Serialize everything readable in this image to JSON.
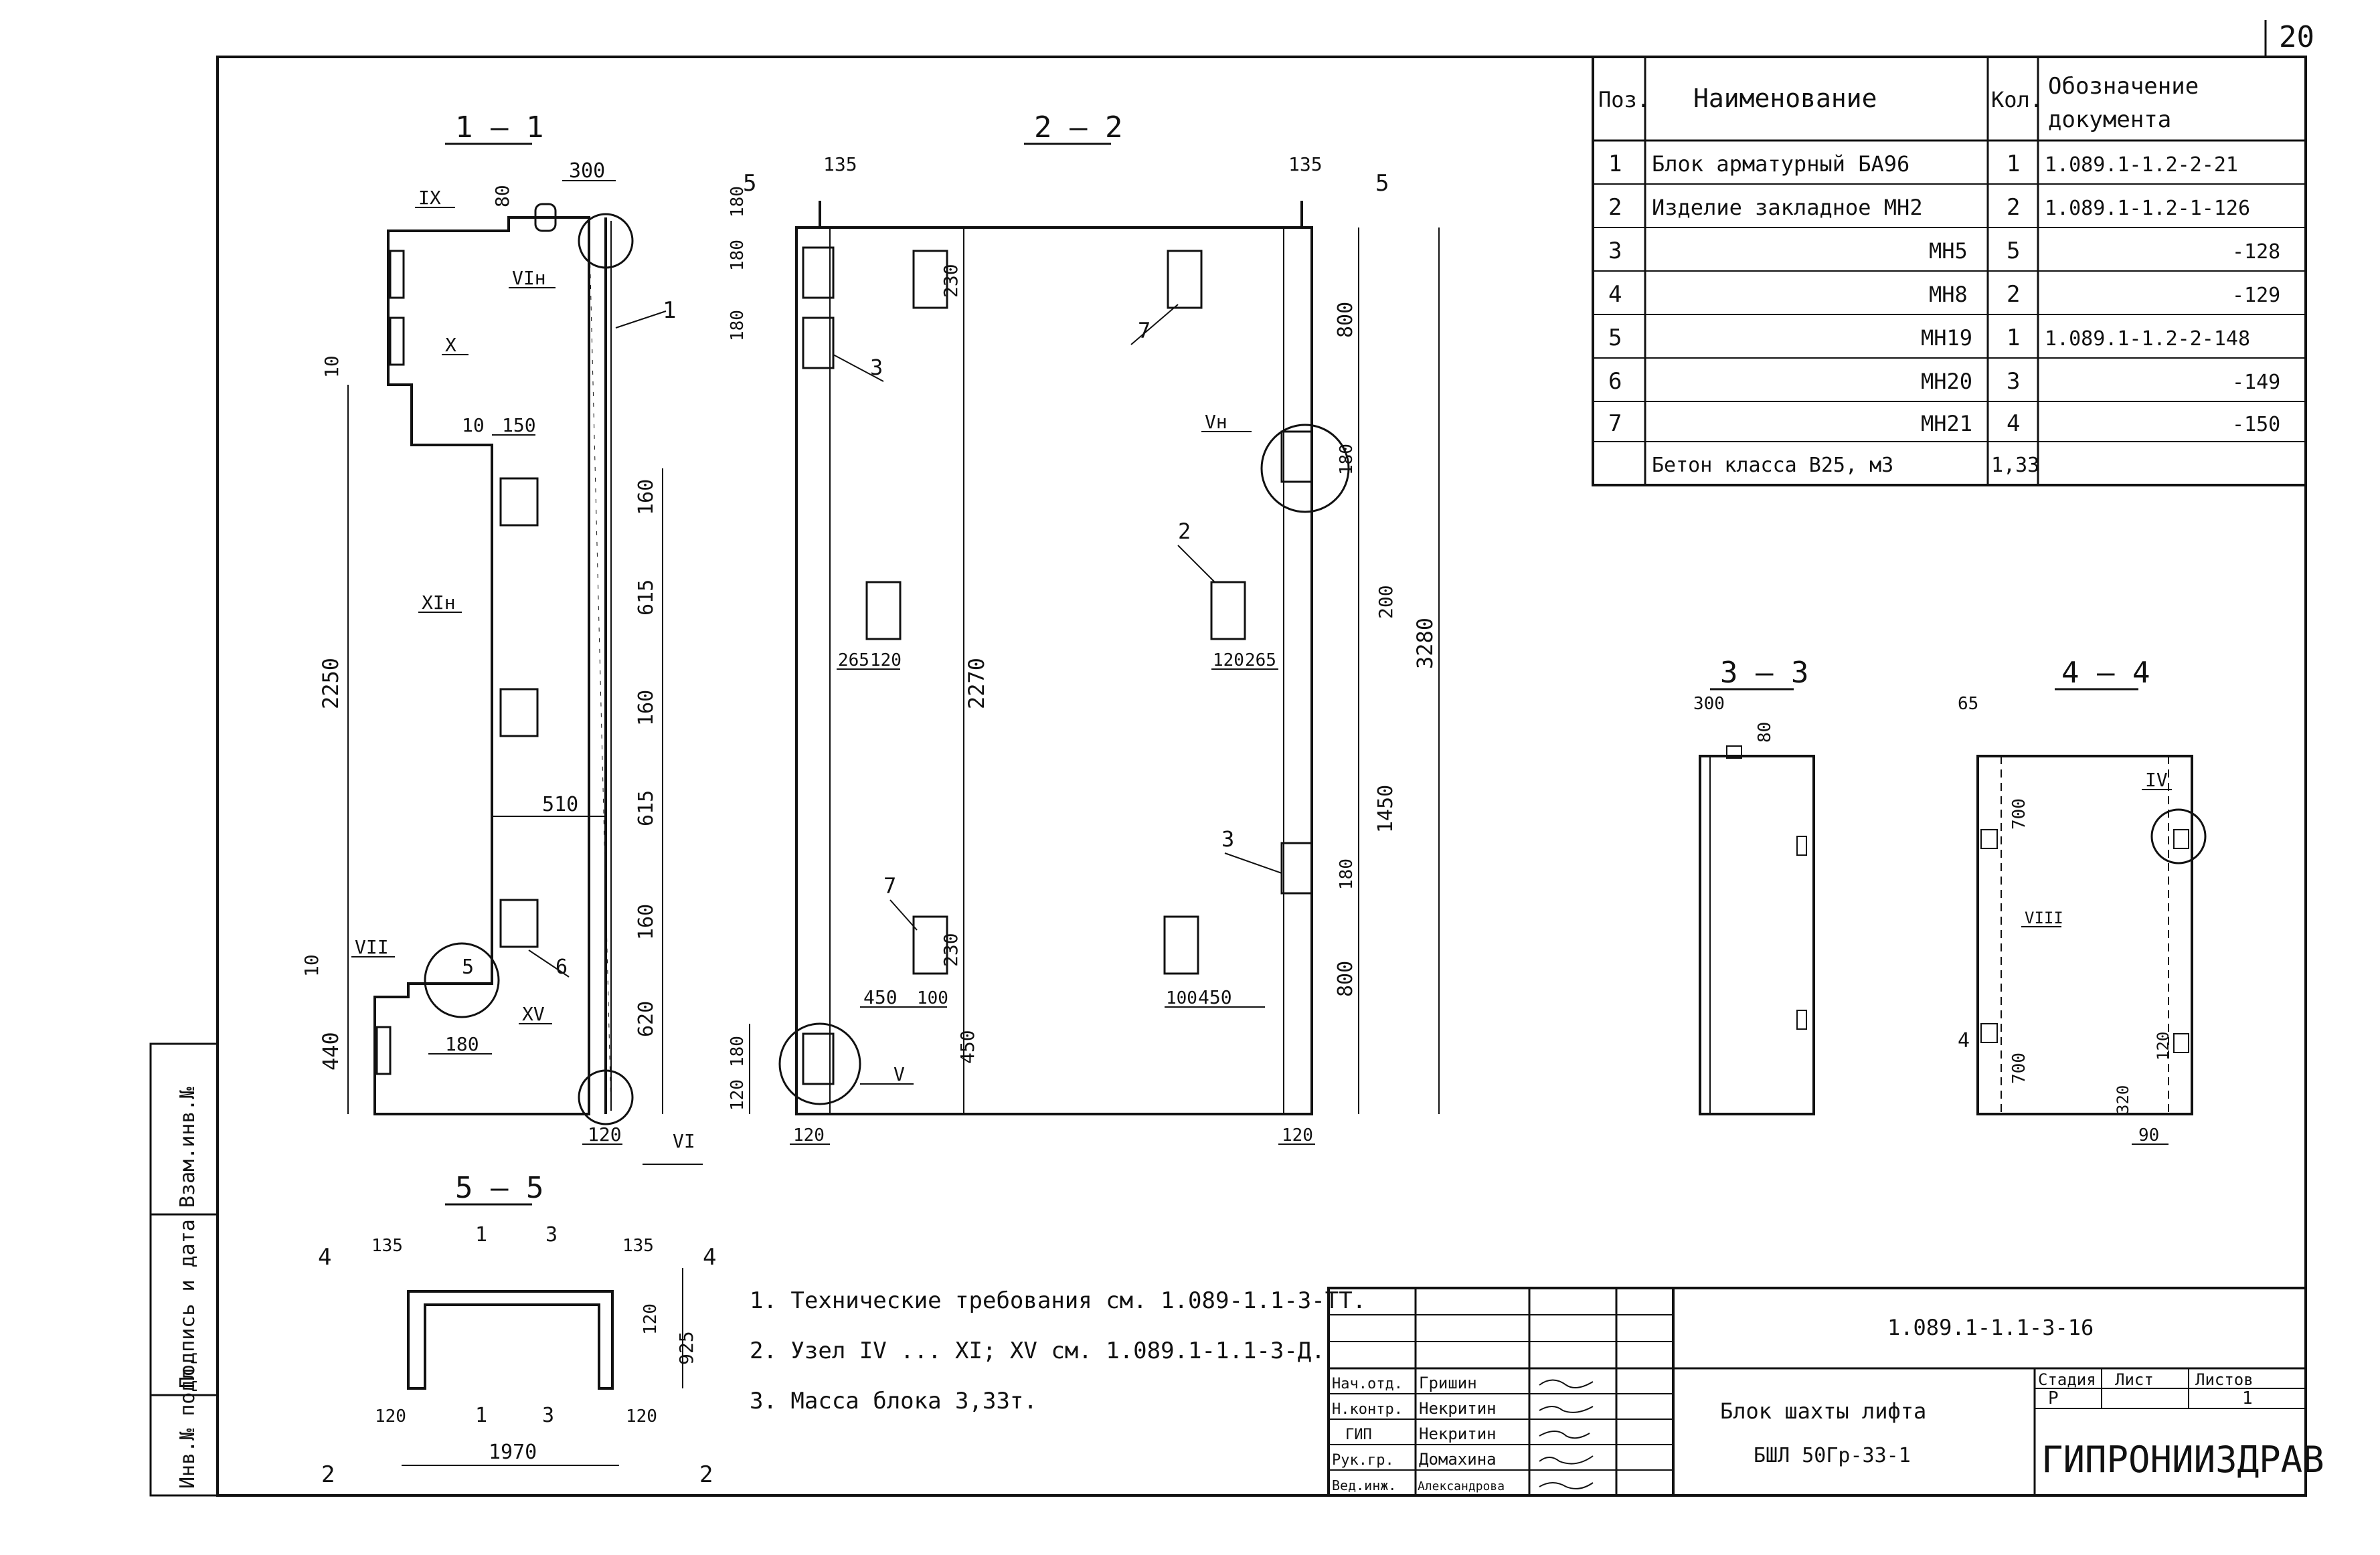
{
  "sheet_number": "20",
  "section_titles": {
    "s11": "1 – 1",
    "s22": "2 – 2",
    "s33": "3 – 3",
    "s44": "4 – 4",
    "s55": "5 – 5"
  },
  "spec_table": {
    "headers": {
      "pos": "Поз.",
      "name": "Наименование",
      "qty": "Кол.",
      "doc1": "Обозначение",
      "doc2": "документа"
    },
    "rows": [
      {
        "pos": "1",
        "name": "Блок арматурный  БА96",
        "qty": "1",
        "doc": "1.089.1-1.2-2-21"
      },
      {
        "pos": "2",
        "name": "Изделие закладное МН2",
        "qty": "2",
        "doc": "1.089.1-1.2-1-126"
      },
      {
        "pos": "3",
        "name": "МН5",
        "qty": "5",
        "doc": "-128"
      },
      {
        "pos": "4",
        "name": "МН8",
        "qty": "2",
        "doc": "-129"
      },
      {
        "pos": "5",
        "name": "МН19",
        "qty": "1",
        "doc": "1.089.1-1.2-2-148"
      },
      {
        "pos": "6",
        "name": "МН20",
        "qty": "3",
        "doc": "-149"
      },
      {
        "pos": "7",
        "name": "МН21",
        "qty": "4",
        "doc": "-150"
      },
      {
        "pos": "",
        "name": "Бетон класса В25, м3",
        "qty": "1,33",
        "doc": ""
      }
    ]
  },
  "notes": [
    "1. Технические требования см. 1.089-1.1-3-ТТ.",
    "2. Узел IV ... XI; XV см. 1.089.1-1.1-3-Д.",
    "3. Масса блока  3,33т."
  ],
  "side_stamp": [
    "Инв.№ подл.",
    "Подпись и дата",
    "Взам.инв.№"
  ],
  "title_block": {
    "code": "1.089.1-1.1-3-16",
    "title_line1": "Блок шахты лифта",
    "title_line2": "БШЛ 50Гр-33-1",
    "stage_label": "Стадия",
    "sheet_label": "Лист",
    "sheets_label": "Листов",
    "stage": "Р",
    "sheets": "1",
    "org": "ГИПРОНИИЗДРАВ",
    "roles": [
      {
        "role": "Нач.отд.",
        "name": "Гришин"
      },
      {
        "role": "Н.контр.",
        "name": "Некритин"
      },
      {
        "role": "ГИП",
        "name": "Некритин"
      },
      {
        "role": "Рук.гр.",
        "name": "Домахина"
      },
      {
        "role": "Вед.инж.",
        "name": "Александрова"
      }
    ]
  },
  "dims": {
    "d300": "300",
    "d80": "80",
    "d10": "10",
    "d150": "150",
    "d2250": "2250",
    "d510": "510",
    "d160": "160",
    "d615": "615",
    "d620": "620",
    "d440": "440",
    "d180": "180",
    "d120": "120",
    "d135": "135",
    "d230": "230",
    "d265": "265",
    "d2270": "2270",
    "d450": "450",
    "d100": "100",
    "d800": "800",
    "d200": "200",
    "d1450": "1450",
    "d3280": "3280",
    "d65": "65",
    "d700": "700",
    "d320": "320",
    "d90": "90",
    "d925": "925",
    "d1970": "1970"
  },
  "callouts": {
    "IX": "IX",
    "X": "X",
    "VIn": "VIн",
    "XIn": "XIн",
    "VII": "VII",
    "XV": "XV",
    "VI": "VI",
    "V": "V",
    "Vn": "Vн",
    "IV": "IV",
    "VIII": "VIII",
    "p1": "1",
    "p2": "2",
    "p3": "3",
    "p4": "4",
    "p5": "5",
    "p6": "6",
    "p7": "7",
    "c1": "1",
    "c3": "3",
    "c2": "2",
    "c4": "4",
    "c5": "5"
  }
}
